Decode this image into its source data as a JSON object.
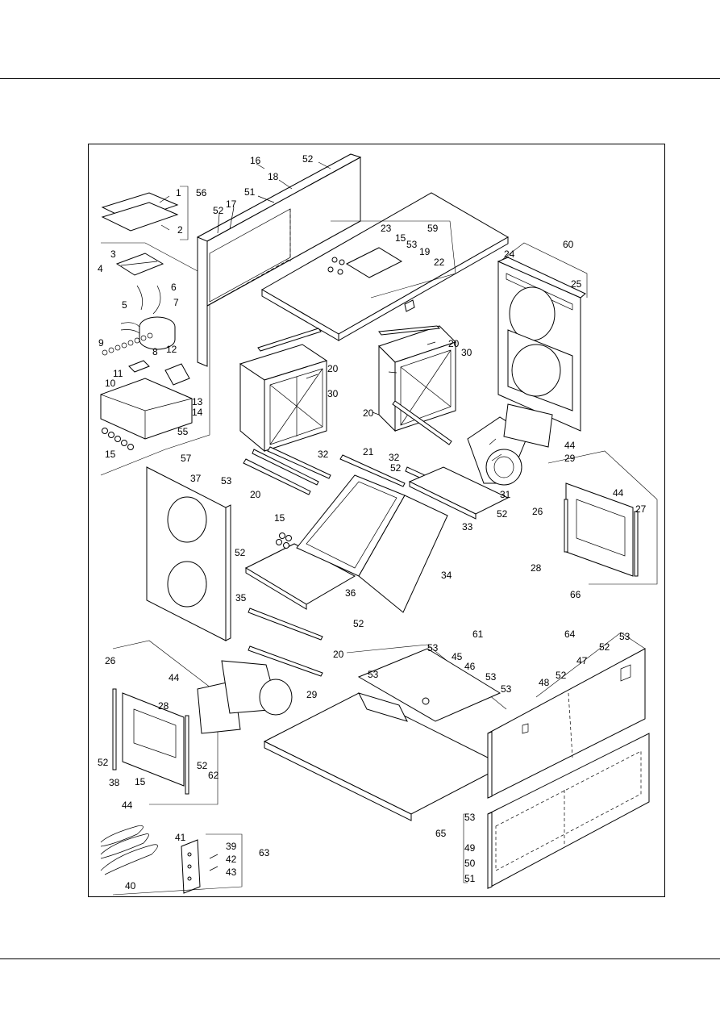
{
  "labels": [
    {
      "id": "l1",
      "text": "1"
    },
    {
      "id": "l2",
      "text": "2"
    },
    {
      "id": "l56",
      "text": "56"
    },
    {
      "id": "l3",
      "text": "3"
    },
    {
      "id": "l4",
      "text": "4"
    },
    {
      "id": "l5",
      "text": "5"
    },
    {
      "id": "l6",
      "text": "6"
    },
    {
      "id": "l7",
      "text": "7"
    },
    {
      "id": "l8",
      "text": "8"
    },
    {
      "id": "l9",
      "text": "9"
    },
    {
      "id": "l10",
      "text": "10"
    },
    {
      "id": "l11",
      "text": "11"
    },
    {
      "id": "l12",
      "text": "12"
    },
    {
      "id": "l13",
      "text": "13"
    },
    {
      "id": "l14",
      "text": "14"
    },
    {
      "id": "l55",
      "text": "55"
    },
    {
      "id": "l15a",
      "text": "15"
    },
    {
      "id": "l57",
      "text": "57"
    },
    {
      "id": "l16",
      "text": "16"
    },
    {
      "id": "l52a",
      "text": "52"
    },
    {
      "id": "l18",
      "text": "18"
    },
    {
      "id": "l51a",
      "text": "51"
    },
    {
      "id": "l52b",
      "text": "52"
    },
    {
      "id": "l17",
      "text": "17"
    },
    {
      "id": "l23",
      "text": "23"
    },
    {
      "id": "l15b",
      "text": "15"
    },
    {
      "id": "l53a",
      "text": "53"
    },
    {
      "id": "l59",
      "text": "59"
    },
    {
      "id": "l19",
      "text": "19"
    },
    {
      "id": "l22",
      "text": "22"
    },
    {
      "id": "l60",
      "text": "60"
    },
    {
      "id": "l24",
      "text": "24"
    },
    {
      "id": "l25",
      "text": "25"
    },
    {
      "id": "l20a",
      "text": "20"
    },
    {
      "id": "l30a",
      "text": "30"
    },
    {
      "id": "l20b",
      "text": "20"
    },
    {
      "id": "l30b",
      "text": "30"
    },
    {
      "id": "l20c",
      "text": "20"
    },
    {
      "id": "l44a",
      "text": "44"
    },
    {
      "id": "l29a",
      "text": "29"
    },
    {
      "id": "l32a",
      "text": "32"
    },
    {
      "id": "l21",
      "text": "21"
    },
    {
      "id": "l32b",
      "text": "32"
    },
    {
      "id": "l52c",
      "text": "52"
    },
    {
      "id": "l20d",
      "text": "20"
    },
    {
      "id": "l31",
      "text": "31"
    },
    {
      "id": "l52d",
      "text": "52"
    },
    {
      "id": "l33",
      "text": "33"
    },
    {
      "id": "l37",
      "text": "37"
    },
    {
      "id": "l53b",
      "text": "53"
    },
    {
      "id": "l15c",
      "text": "15"
    },
    {
      "id": "l52e",
      "text": "52"
    },
    {
      "id": "l34",
      "text": "34"
    },
    {
      "id": "l35",
      "text": "35"
    },
    {
      "id": "l36",
      "text": "36"
    },
    {
      "id": "l52f",
      "text": "52"
    },
    {
      "id": "l44b",
      "text": "44"
    },
    {
      "id": "l26a",
      "text": "26"
    },
    {
      "id": "l27",
      "text": "27"
    },
    {
      "id": "l28a",
      "text": "28"
    },
    {
      "id": "l66",
      "text": "66"
    },
    {
      "id": "l20e",
      "text": "20"
    },
    {
      "id": "l26b",
      "text": "26"
    },
    {
      "id": "l44c",
      "text": "44"
    },
    {
      "id": "l29b",
      "text": "29"
    },
    {
      "id": "l28b",
      "text": "28"
    },
    {
      "id": "l52g",
      "text": "52"
    },
    {
      "id": "l52h",
      "text": "52"
    },
    {
      "id": "l38",
      "text": "38"
    },
    {
      "id": "l15d",
      "text": "15"
    },
    {
      "id": "l62",
      "text": "62"
    },
    {
      "id": "l61",
      "text": "61"
    },
    {
      "id": "l53c",
      "text": "53"
    },
    {
      "id": "l45",
      "text": "45"
    },
    {
      "id": "l46",
      "text": "46"
    },
    {
      "id": "l53d",
      "text": "53"
    },
    {
      "id": "l53e",
      "text": "53"
    },
    {
      "id": "l53f",
      "text": "53"
    },
    {
      "id": "l64",
      "text": "64"
    },
    {
      "id": "l53g",
      "text": "53"
    },
    {
      "id": "l52i",
      "text": "52"
    },
    {
      "id": "l47",
      "text": "47"
    },
    {
      "id": "l48",
      "text": "48"
    },
    {
      "id": "l52j",
      "text": "52"
    },
    {
      "id": "l44d",
      "text": "44"
    },
    {
      "id": "l41",
      "text": "41"
    },
    {
      "id": "l39",
      "text": "39"
    },
    {
      "id": "l42",
      "text": "42"
    },
    {
      "id": "l43",
      "text": "43"
    },
    {
      "id": "l63",
      "text": "63"
    },
    {
      "id": "l40",
      "text": "40"
    },
    {
      "id": "l65",
      "text": "65"
    },
    {
      "id": "l53h",
      "text": "53"
    },
    {
      "id": "l49",
      "text": "49"
    },
    {
      "id": "l50",
      "text": "50"
    },
    {
      "id": "l51b",
      "text": "51"
    }
  ],
  "colors": {
    "ink": "#000000",
    "paper": "#ffffff"
  }
}
